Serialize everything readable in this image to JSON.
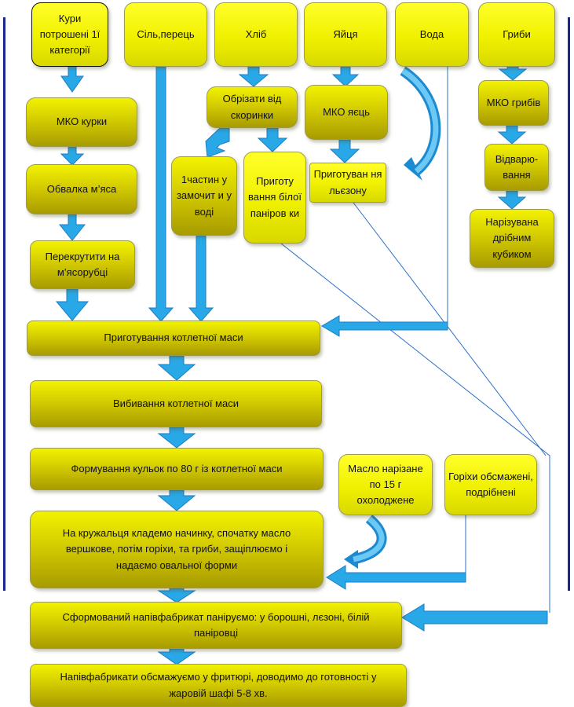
{
  "colors": {
    "node_fill": "#ffff00",
    "node_fill_dark": "#a89b00",
    "arrow": "#29a8e8",
    "connector": "#2a6fc9",
    "side_line": "#1a2a8c"
  },
  "nodes": {
    "kury": "Кури потрошені 1ї категорії",
    "sil": "Сіль,перець",
    "khlib": "Хліб",
    "yaytsia": "Яйця",
    "voda": "Вода",
    "hryby": "Гриби",
    "mko_kurky": "МКО курки",
    "obrizaty": "Обрізати від скоринки",
    "mko_yaiets": "МКО яєць",
    "mko_hrybiv": "МКО грибів",
    "obvalka": "Обвалка м’яса",
    "zamochyty": "1частин у замочит и у воді",
    "panirovka": "Приготу вання білої паніров ки",
    "liezon": "Приготуван ня льєзону",
    "vidvariuvannia": "Відварю- вання",
    "narizuvana": "Нарізувана дрібним кубиком",
    "perekrutyty": "Перекрутити на м’ясорубці",
    "kotletna_masa": "Приготування котлетної маси",
    "vybyvannia": "Вибивання котлетної маси",
    "formuvannia": "Формування кульок по 80 г із котлетної маси",
    "maslo": "Масло нарізане по 15 г охолоджене",
    "horikhy": "Горіхи обсмажені, подрібнені",
    "nachynka": "На кружальця кладемо начинку, спочатку масло вершкове, потім горіхи, та гриби, защіплюємо і надаємо овальної форми",
    "panirovka_napivfabrykatu": "Сформований напівфабрикат паніруємо: у борошні, лєзоні, білій паніровці",
    "obsmazhuvannia": "Напівфабрикати обсмажуємо у фритюрі, доводимо до готовності у жаровій шафі 5-8 хв."
  }
}
